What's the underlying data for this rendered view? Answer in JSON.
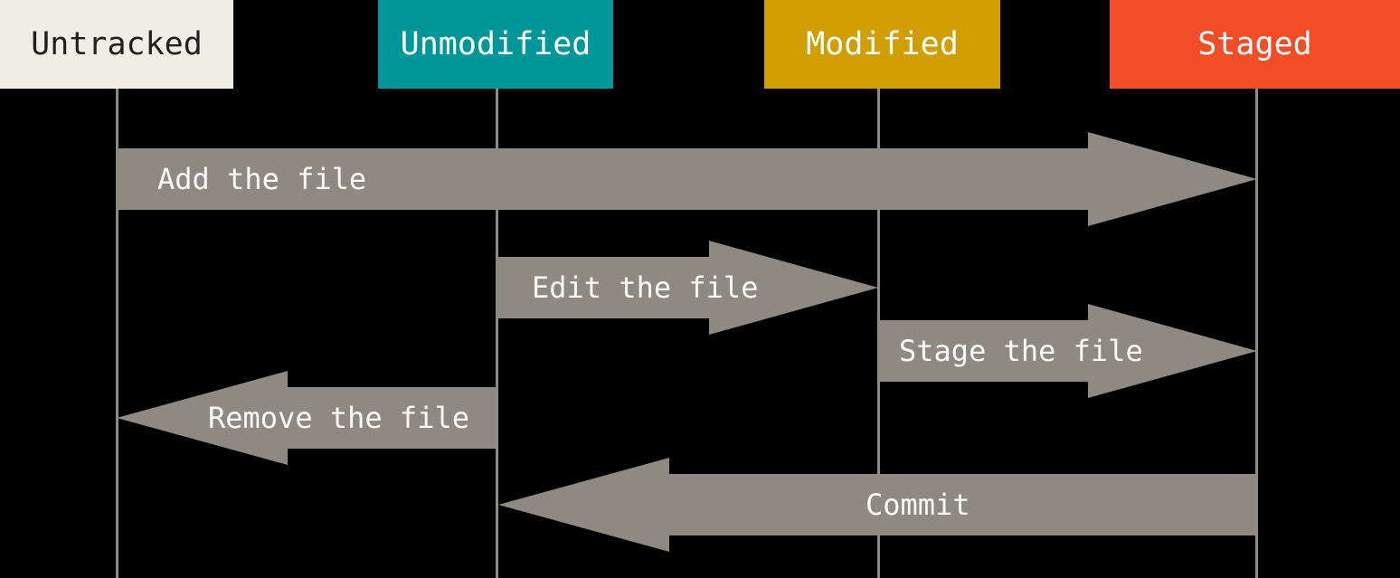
{
  "diagram": {
    "background_color": "#000000",
    "arrow_color": "#8f8a81",
    "lifeline_color": "#8f8a81",
    "states": [
      {
        "id": "untracked",
        "label": "Untracked",
        "color": "#efeee5",
        "text_color": "#21201e"
      },
      {
        "id": "unmodified",
        "label": "Unmodified",
        "color": "#00969a",
        "text_color": "#ffffff"
      },
      {
        "id": "modified",
        "label": "Modified",
        "color": "#d09e00",
        "text_color": "#ffffff"
      },
      {
        "id": "staged",
        "label": "Staged",
        "color": "#f14e28",
        "text_color": "#ffffff"
      }
    ],
    "transitions": [
      {
        "label": "Add the file",
        "from": "untracked",
        "to": "staged",
        "direction": "right"
      },
      {
        "label": "Edit the file",
        "from": "unmodified",
        "to": "modified",
        "direction": "right"
      },
      {
        "label": "Stage the file",
        "from": "modified",
        "to": "staged",
        "direction": "right"
      },
      {
        "label": "Remove the file",
        "from": "unmodified",
        "to": "untracked",
        "direction": "left"
      },
      {
        "label": "Commit",
        "from": "staged",
        "to": "unmodified",
        "direction": "left"
      }
    ]
  }
}
